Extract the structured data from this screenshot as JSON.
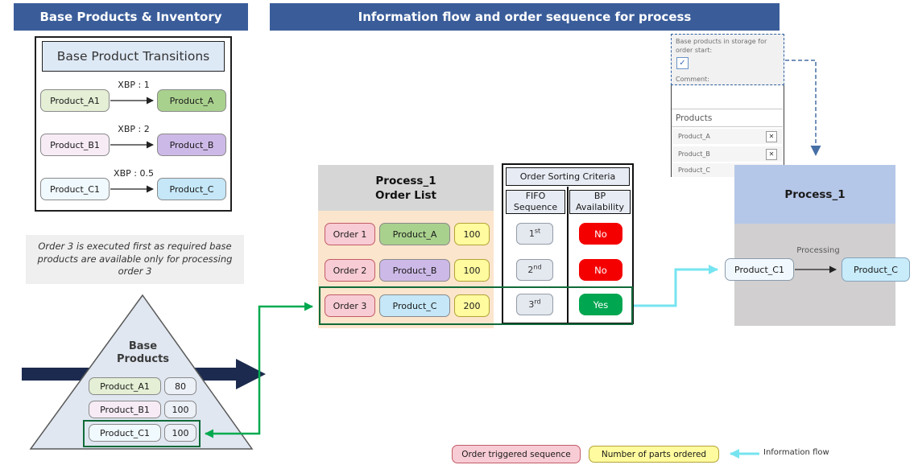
{
  "banners": {
    "left": "Base Products & Inventory",
    "main": "Information flow and order sequence for process"
  },
  "transitions": {
    "title": "Base Product Transitions",
    "rows": [
      {
        "from": "Product_A1",
        "label": "XBP : 1",
        "to": "Product_A"
      },
      {
        "from": "Product_B1",
        "label": "XBP : 2",
        "to": "Product_B"
      },
      {
        "from": "Product_C1",
        "label": "XBP : 0.5",
        "to": "Product_C"
      }
    ]
  },
  "note": "Order 3 is executed first as required base products are available only for processing order 3",
  "inventory": {
    "title_line1": "Base",
    "title_line2": "Products",
    "rows": [
      {
        "name": "Product_A1",
        "qty": "80"
      },
      {
        "name": "Product_B1",
        "qty": "100"
      },
      {
        "name": "Product_C1",
        "qty": "100"
      }
    ]
  },
  "order_list": {
    "title_line1": "Process_1",
    "title_line2": "Order List",
    "rows": [
      {
        "order": "Order 1",
        "product": "Product_A",
        "qty": "100"
      },
      {
        "order": "Order 2",
        "product": "Product_B",
        "qty": "100"
      },
      {
        "order": "Order 3",
        "product": "Product_C",
        "qty": "200"
      }
    ]
  },
  "sorting": {
    "title": "Order Sorting Criteria",
    "col1_line1": "FIFO",
    "col1_line2": "Sequence",
    "col2_line1": "BP",
    "col2_line2": "Availability",
    "rows": [
      {
        "seq_num": "1",
        "seq_sup": "st",
        "avail": "No"
      },
      {
        "seq_num": "2",
        "seq_sup": "nd",
        "avail": "No"
      },
      {
        "seq_num": "3",
        "seq_sup": "rd",
        "avail": "Yes"
      }
    ]
  },
  "dialog": {
    "checkbox_label": "Base products in storage for order start:",
    "checkbox_mark": "✓",
    "comment_label": "Comment:",
    "products_header": "Products",
    "products": [
      {
        "name": "Product_A",
        "remove": "✕"
      },
      {
        "name": "Product_B",
        "remove": "✕"
      },
      {
        "name": "Product_C",
        "remove": ""
      }
    ]
  },
  "process": {
    "title": "Process_1",
    "processing_label": "Processing",
    "input": "Product_C1",
    "output": "Product_C"
  },
  "legend": {
    "pink": "Order triggered sequence",
    "yellow": "Number of parts ordered",
    "info_flow": "Information flow"
  },
  "colors": {
    "banner_blue": "#3A5D9A",
    "navy_arrow": "#1B2A4E",
    "green_flow": "#00A94F",
    "highlight_green": "#0F6B38",
    "cyan_flow": "#76E4F0",
    "dashed_blue": "#466FA5",
    "status_red": "#F40000",
    "status_green": "#00A650",
    "product_a_green": "#A9D18E",
    "product_b_purple": "#CDB9E7",
    "product_c_blue": "#C5E7F7",
    "pink": "#F8CCD5",
    "yellow": "#FFFB9E",
    "peach": "#FBE5CD",
    "process_header_blue": "#B5C7E8",
    "process_body_gray": "#D1CFCF"
  }
}
